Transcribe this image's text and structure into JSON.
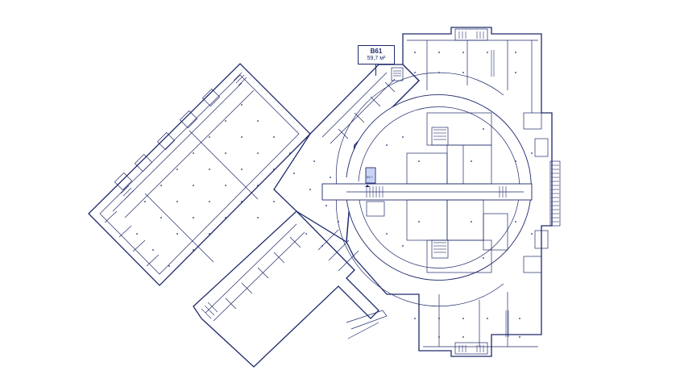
{
  "plan": {
    "highlighted_unit": {
      "code": "B61",
      "area": "59,7 м²",
      "tag": "59,7"
    }
  },
  "colors": {
    "line": "#1f2a6b",
    "highlight": "#c9d4f5",
    "background": "#ffffff"
  }
}
